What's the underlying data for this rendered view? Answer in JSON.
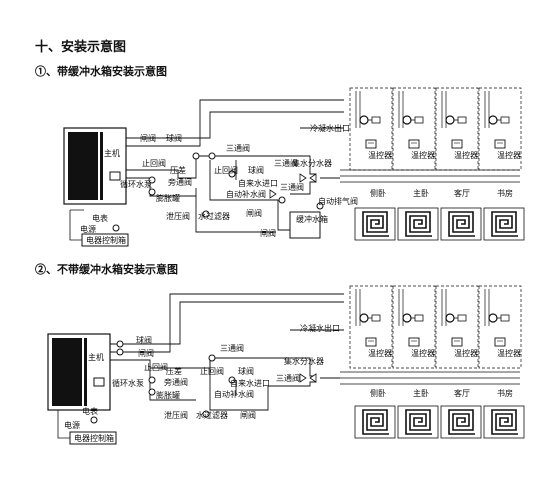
{
  "heading": "十、安装示意图",
  "diagram1": {
    "title": "①、带缓冲水箱安装示意图",
    "host": "主机",
    "labels": {
      "gate_valve_1": "闸阀",
      "ball_valve_1": "球阀",
      "three_way_1": "三通阀",
      "check_valve_1": "止回阀",
      "pressure_diff": "压差",
      "bypass_valve": "旁通阀",
      "circ_pump": "循环水泵",
      "expansion": "膨胀罐",
      "check_valve_2": "止回阀",
      "ball_valve_2": "球阀",
      "tap_inlet": "自来水进口",
      "auto_refill": "自动补水阀",
      "relief": "泄压阀",
      "water_filter": "水过滤器",
      "gate_valve_2": "闸阀",
      "gate_valve_3": "闸阀",
      "three_way_2": "三通阀",
      "three_way_3": "三通阀",
      "collector": "集水分水器",
      "auto_vent": "自动排气阀",
      "buffer_tank": "缓冲水箱",
      "condensate": "冷凝水出口",
      "meter": "电表",
      "power": "电源",
      "control_box": "电器控制箱"
    },
    "rooms": [
      "侧卧",
      "主卧",
      "客厅",
      "书房"
    ],
    "thermostat": "温控器"
  },
  "diagram2": {
    "title": "②、不带缓冲水箱安装示意图",
    "host": "主机",
    "labels": {
      "ball_valve_1": "球阀",
      "gate_valve_1": "闸阀",
      "pressure_diff": "压差",
      "bypass_valve": "旁通阀",
      "circ_pump": "循环水泵",
      "expansion": "膨胀罐",
      "check_valve_1": "止回阀",
      "three_way_1": "三通阀",
      "check_valve_2": "止回阀",
      "ball_valve_2": "球阀",
      "tap_inlet": "自来水进口",
      "auto_refill": "自动补水阀",
      "relief": "泄压阀",
      "water_filter": "水过滤器",
      "gate_valve_2": "闸阀",
      "three_way_2": "三通阀",
      "collector": "集水分水器",
      "condensate": "冷凝水出口",
      "meter": "电表",
      "power": "电源",
      "control_box": "电器控制箱"
    },
    "rooms": [
      "侧卧",
      "主卧",
      "客厅",
      "书房"
    ],
    "thermostat": "温控器"
  }
}
